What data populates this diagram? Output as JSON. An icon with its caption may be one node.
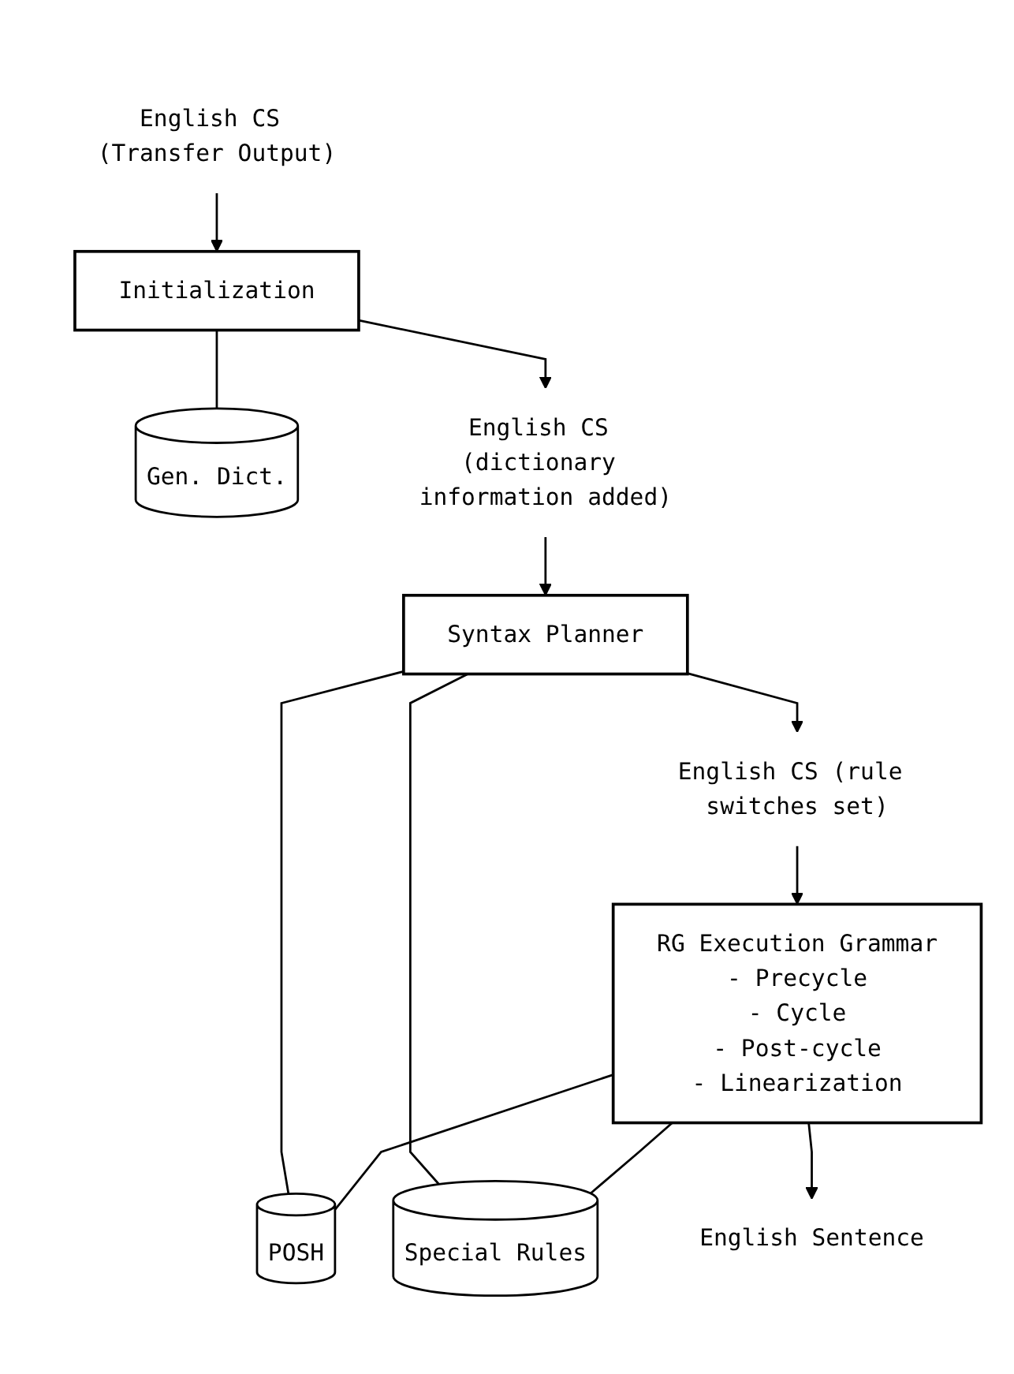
{
  "diagram": {
    "nodes": [
      {
        "text": [
          "English CS (Transfer Output)"
        ]
      },
      {
        "text": [
          "Initialization"
        ]
      },
      {
        "text": [
          "Gen. Dict."
        ]
      },
      {
        "text": [
          "English CS (dictionary information added)"
        ]
      },
      {
        "text": [
          "Syntax Planner"
        ]
      },
      {
        "text": [
          "POSH"
        ]
      },
      {
        "text": [
          "English CS (rule switches set)"
        ]
      },
      {
        "text": [
          "RG Execution Grammar",
          "- Precycle",
          "- Cycle",
          "- Post-cycle",
          "- Linearization"
        ]
      },
      {
        "text": [
          "Special Rules"
        ]
      },
      {
        "text": [
          "English Sentence"
        ]
      }
    ],
    "edges": [
      {
        "from": 0,
        "to": 1,
        "arrow": "to"
      },
      {
        "from": 1,
        "to": 2,
        "arrow": "none"
      },
      {
        "from": 1,
        "to": 3,
        "arrow": "to"
      },
      {
        "from": 3,
        "to": 4,
        "arrow": "to"
      },
      {
        "from": 4,
        "to": 5,
        "arrow": "none"
      },
      {
        "from": 4,
        "to": 8,
        "arrow": "none"
      },
      {
        "from": 4,
        "to": 6,
        "arrow": "to"
      },
      {
        "from": 6,
        "to": 7,
        "arrow": "to"
      },
      {
        "from": 7,
        "to": 5,
        "arrow": "none"
      },
      {
        "from": 7,
        "to": 8,
        "arrow": "none"
      },
      {
        "from": 7,
        "to": 9,
        "arrow": "to"
      }
    ]
  }
}
